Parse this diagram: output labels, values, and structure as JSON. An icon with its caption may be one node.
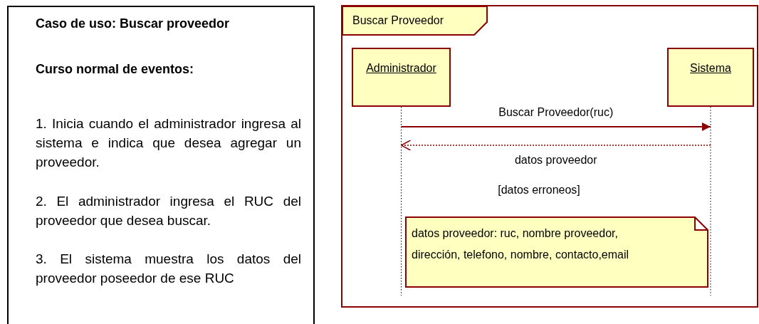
{
  "diagram": {
    "nodes": [
      {
        "text": [
          "Caso de uso: Buscar proveedor",
          "Curso normal de eventos:",
          "1. Inicia cuando el administrador ingresa al sistema e indica que desea agregar un proveedor.",
          "2. El administrador ingresa el RUC del proveedor que desea buscar.",
          "3. El sistema muestra los datos del proveedor poseedor de ese RUC"
        ]
      },
      {
        "text": [
          "Buscar Proveedor"
        ]
      },
      {
        "text": [
          "Administrador"
        ],
        "in": 1
      },
      {
        "text": [
          "Sistema"
        ],
        "in": 1
      },
      {
        "text": [
          "datos proveedor: ruc, nombre proveedor, dirección, telefono, nombre, contacto,email"
        ],
        "in": 1
      }
    ],
    "edges": [
      {
        "from": 2,
        "to": 3,
        "arrow": "to",
        "label": "Buscar Proveedor(ruc)"
      },
      {
        "from": 3,
        "to": 2,
        "arrow": "to",
        "label": "datos proveedor",
        "style": "dashed"
      }
    ],
    "labels": [
      "[datos erroneos]"
    ]
  }
}
